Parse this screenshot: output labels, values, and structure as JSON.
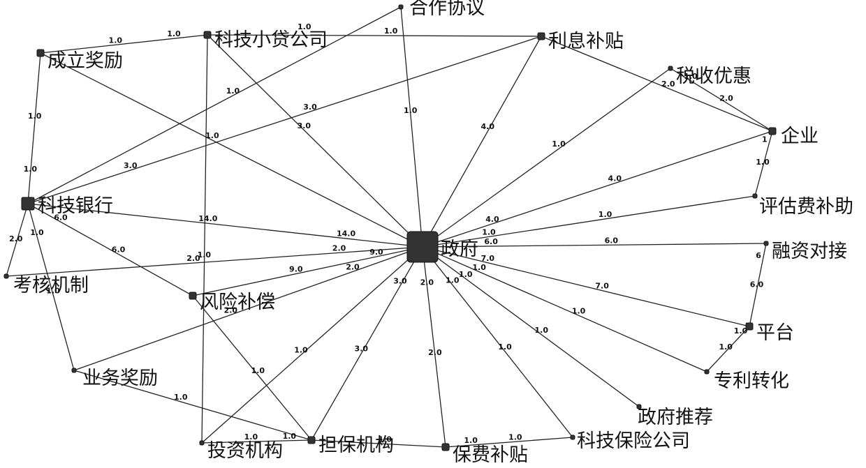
{
  "nodes": [
    {
      "id": "gov",
      "label": "政府",
      "size": "large"
    },
    {
      "id": "bank",
      "label": "科技银行",
      "size": "medium"
    },
    {
      "id": "loan",
      "label": "科技小贷公司",
      "size": "small"
    },
    {
      "id": "coop",
      "label": "合作协议",
      "size": "tiny"
    },
    {
      "id": "interest",
      "label": "利息补贴",
      "size": "small"
    },
    {
      "id": "tax",
      "label": "税收优惠",
      "size": "tiny"
    },
    {
      "id": "firm",
      "label": "企业",
      "size": "small"
    },
    {
      "id": "evalsub",
      "label": "评估费补助",
      "size": "tiny"
    },
    {
      "id": "fin",
      "label": "融资对接",
      "size": "tiny"
    },
    {
      "id": "platform",
      "label": "平台",
      "size": "small"
    },
    {
      "id": "patent",
      "label": "专利转化",
      "size": "tiny"
    },
    {
      "id": "govrec",
      "label": "政府推荐",
      "size": "tiny"
    },
    {
      "id": "insco",
      "label": "科技保险公司",
      "size": "tiny"
    },
    {
      "id": "premsub",
      "label": "保费补贴",
      "size": "small"
    },
    {
      "id": "guar",
      "label": "担保机构",
      "size": "small"
    },
    {
      "id": "inv",
      "label": "投资机构",
      "size": "tiny"
    },
    {
      "id": "bizaward",
      "label": "业务奖励",
      "size": "tiny"
    },
    {
      "id": "assess",
      "label": "考核机制",
      "size": "tiny"
    },
    {
      "id": "risk",
      "label": "风险补偿",
      "size": "small"
    },
    {
      "id": "estab",
      "label": "成立奖励",
      "size": "small"
    }
  ],
  "edges": [
    {
      "s": "gov",
      "t": "bank",
      "w": "14.0",
      "w2": "14.0"
    },
    {
      "s": "gov",
      "t": "loan",
      "w": "3.0"
    },
    {
      "s": "gov",
      "t": "estab",
      "w": "1.0"
    },
    {
      "s": "gov",
      "t": "coop",
      "w": "1.0"
    },
    {
      "s": "gov",
      "t": "interest",
      "w": "4.0"
    },
    {
      "s": "gov",
      "t": "tax",
      "w": "1.0"
    },
    {
      "s": "gov",
      "t": "firm",
      "w": "4.0",
      "w2": "4.0"
    },
    {
      "s": "gov",
      "t": "evalsub",
      "w": "1.0",
      "w2": "1.0"
    },
    {
      "s": "gov",
      "t": "fin",
      "w": "6.0",
      "w2": "6.0"
    },
    {
      "s": "gov",
      "t": "platform",
      "w": "7.0",
      "w2": "7.0"
    },
    {
      "s": "gov",
      "t": "patent",
      "w": "1.0",
      "w2": "1.0"
    },
    {
      "s": "gov",
      "t": "govrec",
      "w": "1.0",
      "w2": "1.0"
    },
    {
      "s": "gov",
      "t": "insco",
      "w": "1.0",
      "w2": "1.0"
    },
    {
      "s": "gov",
      "t": "premsub",
      "w": "2.0",
      "w2": "2.0"
    },
    {
      "s": "gov",
      "t": "guar",
      "w": "3.0",
      "w2": "3.0"
    },
    {
      "s": "gov",
      "t": "inv",
      "w": "1.0"
    },
    {
      "s": "gov",
      "t": "assess",
      "w": "2.0",
      "w2": "2.0"
    },
    {
      "s": "gov",
      "t": "risk",
      "w": "9.0",
      "w2": "9.0"
    },
    {
      "s": "gov",
      "t": "bizaward",
      "w": "2.0",
      "w2": "2.0"
    },
    {
      "s": "bank",
      "t": "coop",
      "w": "1.0"
    },
    {
      "s": "bank",
      "t": "interest",
      "w": "3.0",
      "w2": "3.0"
    },
    {
      "s": "bank",
      "t": "risk",
      "w": "6.0",
      "w2": "6.0"
    },
    {
      "s": "bank",
      "t": "estab",
      "w": "1.0",
      "w2": "1.0"
    },
    {
      "s": "bank",
      "t": "assess",
      "w": "2.0"
    },
    {
      "s": "bank",
      "t": "bizaward",
      "w": "1.0",
      "w2": "1.0"
    },
    {
      "s": "loan",
      "t": "estab",
      "w": "1.0",
      "w2": "1.0"
    },
    {
      "s": "loan",
      "t": "interest",
      "w": "1.0"
    },
    {
      "s": "loan",
      "t": "inv",
      "w": "1.0"
    },
    {
      "s": "interest",
      "t": "firm",
      "w": "2.0"
    },
    {
      "s": "tax",
      "t": "firm",
      "w": "2.0",
      "w2": "1.0"
    },
    {
      "s": "firm",
      "t": "evalsub",
      "w": "1.0",
      "w2": "1"
    },
    {
      "s": "fin",
      "t": "platform",
      "w": "6.0",
      "w2": "6"
    },
    {
      "s": "platform",
      "t": "patent",
      "w": "1.0",
      "w2": "1.0"
    },
    {
      "s": "risk",
      "t": "guar",
      "w": "1.0"
    },
    {
      "s": "guar",
      "t": "inv",
      "w": "1.0",
      "w2": "1.0"
    },
    {
      "s": "guar",
      "t": "bizaward",
      "w": "1.0"
    },
    {
      "s": "guar",
      "t": "premsub",
      "w": "1.0"
    },
    {
      "s": "premsub",
      "t": "insco",
      "w": "1.0",
      "w2": "1.0"
    }
  ],
  "stray_labels": [
    "1.0"
  ]
}
